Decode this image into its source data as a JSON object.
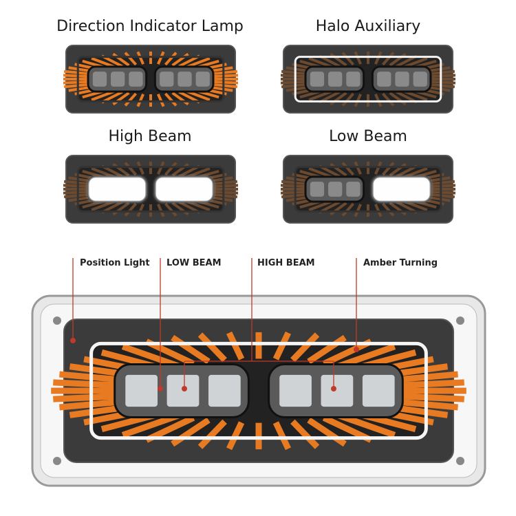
{
  "modes": [
    {
      "title": "Direction Indicator Lamp",
      "mode": "amber"
    },
    {
      "title": "Halo Auxiliary",
      "mode": "halo"
    },
    {
      "title": "High Beam",
      "mode": "high"
    },
    {
      "title": "Low Beam",
      "mode": "low"
    }
  ],
  "callouts": [
    "Position Light",
    "LOW BEAM",
    "HIGH BEAM",
    "Amber Turning"
  ],
  "colors": {
    "amber": "#e87a22",
    "callout_line": "#c0392b",
    "housing": "#3a3a3a"
  }
}
